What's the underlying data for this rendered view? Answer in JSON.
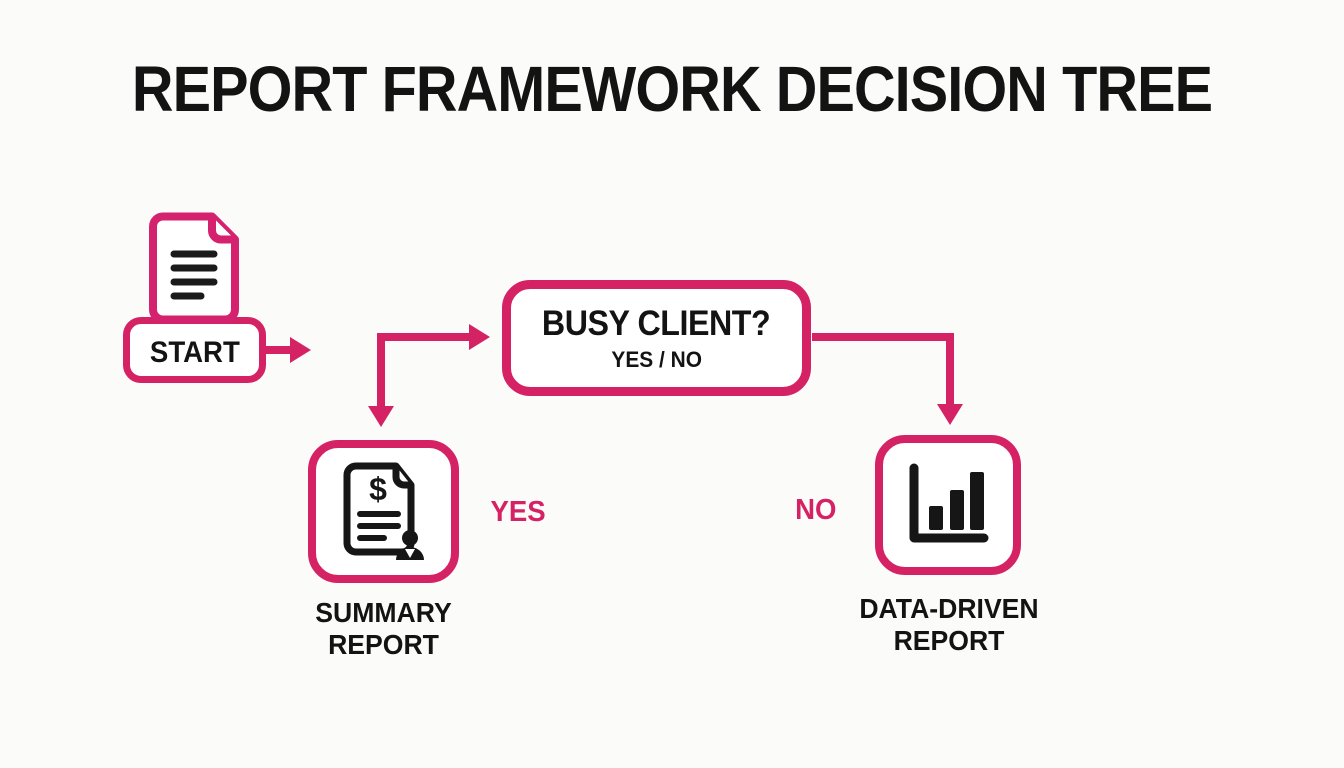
{
  "title": "REPORT FRAMEWORK DECISION TREE",
  "colors": {
    "accent": "#d52264",
    "ink": "#131313",
    "background": "#fbfbfa"
  },
  "flow": {
    "start": {
      "label": "START",
      "icon": "document-icon"
    },
    "decision": {
      "question": "BUSY CLIENT?",
      "options": "YES / NO"
    },
    "yes_branch": {
      "edge_label": "YES",
      "result": "SUMMARY REPORT",
      "icon": "dollar-document-person-icon"
    },
    "no_branch": {
      "edge_label": "NO",
      "result": "DATA-DRIVEN REPORT",
      "icon": "bar-chart-icon"
    }
  }
}
